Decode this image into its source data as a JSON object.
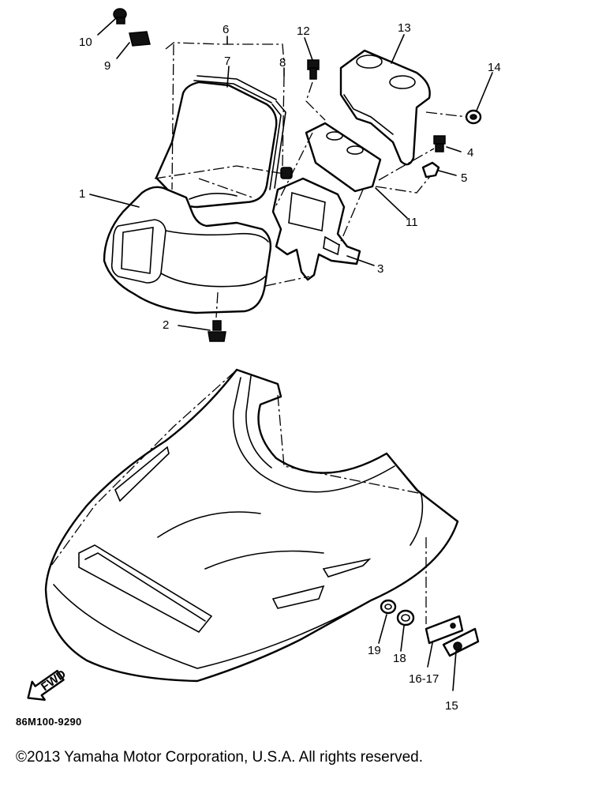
{
  "callouts": [
    "1",
    "2",
    "3",
    "4",
    "5",
    "6",
    "7",
    "8",
    "9",
    "10",
    "11",
    "12",
    "13",
    "14",
    "15",
    "16-17",
    "18",
    "19"
  ],
  "fwd_label": "FWD",
  "diagram_code": "86M100-9290",
  "copyright": "©2013 Yamaha Motor Corporation, U.S.A. All rights reserved.",
  "colors": {
    "line": "#000000",
    "background": "#ffffff"
  }
}
